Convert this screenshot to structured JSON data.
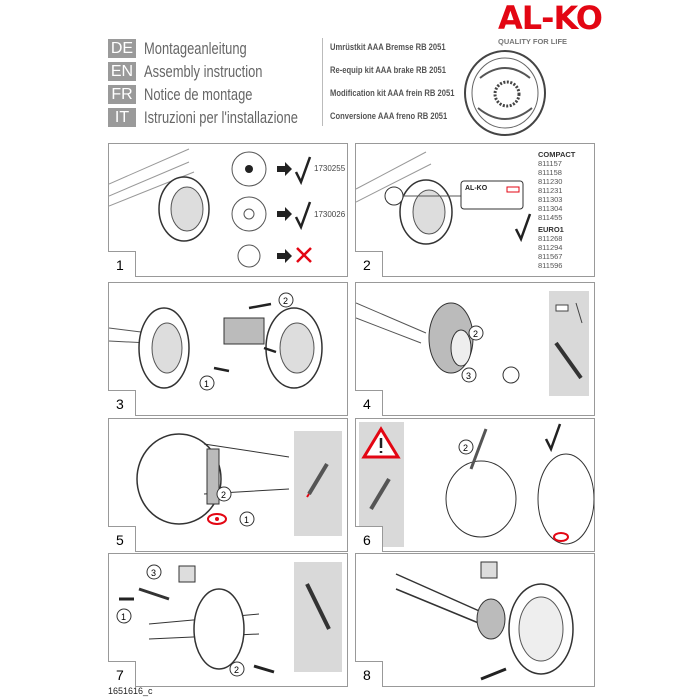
{
  "brand": {
    "logo": "AL-KO",
    "tagline": "QUALITY FOR LIFE"
  },
  "languages": [
    {
      "code": "DE",
      "title": "Montageanleitung",
      "subtitle": "Umrüstkit AAA Bremse RB 2051"
    },
    {
      "code": "EN",
      "title": "Assembly instruction",
      "subtitle": "Re-equip kit AAA brake RB 2051"
    },
    {
      "code": "FR",
      "title": "Notice de montage",
      "subtitle": "Modification kit AAA frein RB 2051"
    },
    {
      "code": "IT",
      "title": "Istruzioni per l'installazione",
      "subtitle": "Conversione AAA freno RB 2051"
    }
  ],
  "steps": [
    {
      "number": "1",
      "codes": [
        "1730255",
        "1730026"
      ]
    },
    {
      "number": "2",
      "label_logo": "AL-KO",
      "groups": [
        {
          "name": "COMPACT",
          "items": [
            "811157",
            "811158",
            "811230",
            "811231",
            "811303",
            "811304",
            "811455"
          ]
        },
        {
          "name": "EURO1",
          "items": [
            "811268",
            "811294",
            "811567",
            "811596"
          ]
        }
      ]
    },
    {
      "number": "3",
      "callouts": [
        "2",
        "1"
      ]
    },
    {
      "number": "4",
      "callouts": [
        "2",
        "3"
      ]
    },
    {
      "number": "5",
      "callouts": [
        "2",
        "1"
      ]
    },
    {
      "number": "6",
      "callouts": [
        "2"
      ]
    },
    {
      "number": "7",
      "callouts": [
        "3",
        "1",
        "2"
      ]
    },
    {
      "number": "8"
    }
  ],
  "footer": {
    "doc_number": "1651616_c"
  },
  "colors": {
    "brand": "#e30613",
    "label_gray": "#9a9a9a"
  }
}
